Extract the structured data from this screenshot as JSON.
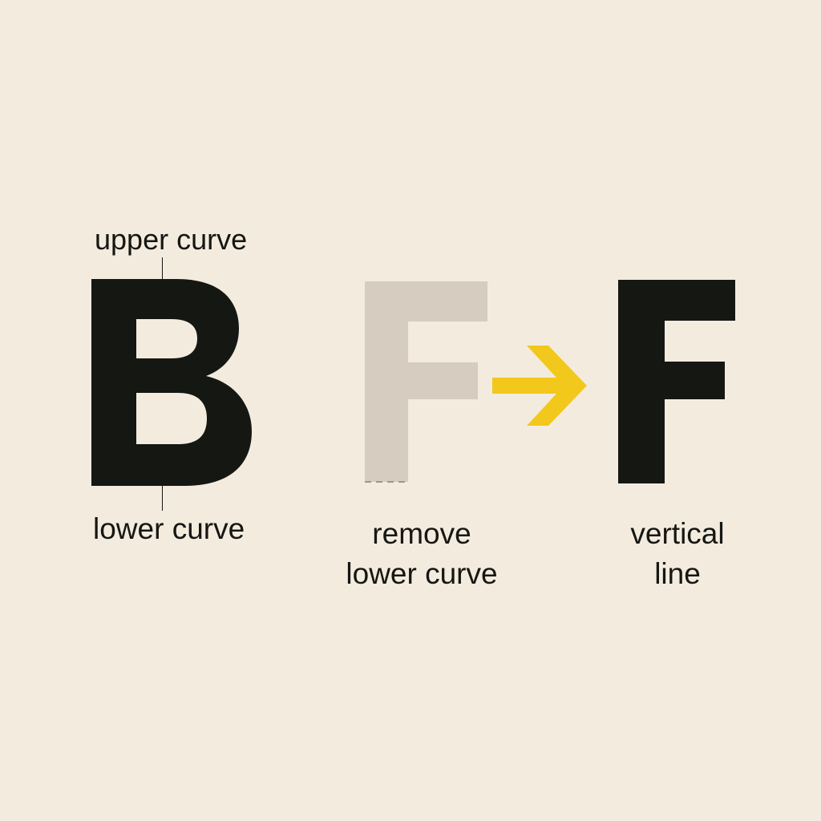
{
  "diagram": {
    "letters": {
      "source": "B",
      "intermediate": "F",
      "result": "F"
    },
    "labels": {
      "upper_curve": "upper curve",
      "lower_curve": "lower curve",
      "remove_line1": "remove",
      "remove_line2": "lower curve",
      "vertical_line1": "vertical",
      "vertical_line2": "line"
    },
    "colors": {
      "background": "#f4ebdf",
      "ink": "#151713",
      "ghost_letter": "#d6ccbf",
      "arrow": "#f2c81c"
    },
    "icons": {
      "arrow": "right-arrow-icon"
    }
  }
}
